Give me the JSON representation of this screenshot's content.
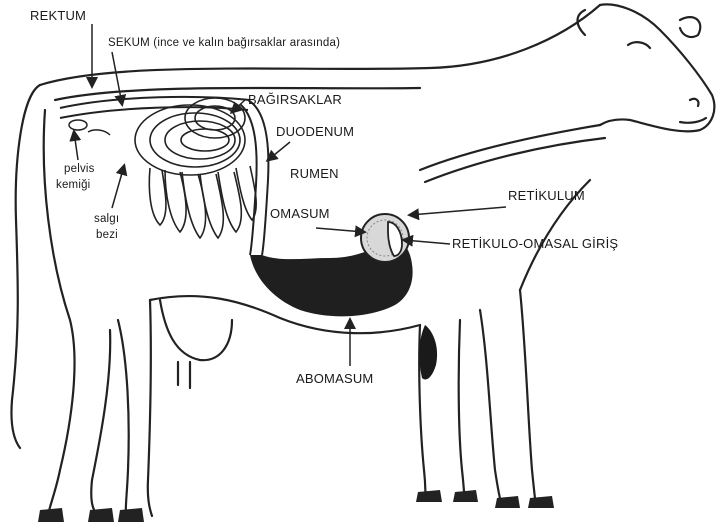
{
  "diagram": {
    "labels": {
      "rektum": "REKTUM",
      "sekum": "SEKUM (ince ve kalın bağırsaklar arasında)",
      "bagirsaklar": "BAĞIRSAKLAR",
      "duodenum": "DUODENUM",
      "rumen": "RUMEN",
      "omasum": "OMASUM",
      "retikulum": "RETİKULUM",
      "retikulo_omasal": "RETİKULO-OMASAL GİRİŞ",
      "abomasum": "ABOMASUM",
      "pelvis_line1": "pelvis",
      "pelvis_line2": "kemiği",
      "salgi_line1": "salgı",
      "salgi_line2": "bezi"
    }
  }
}
